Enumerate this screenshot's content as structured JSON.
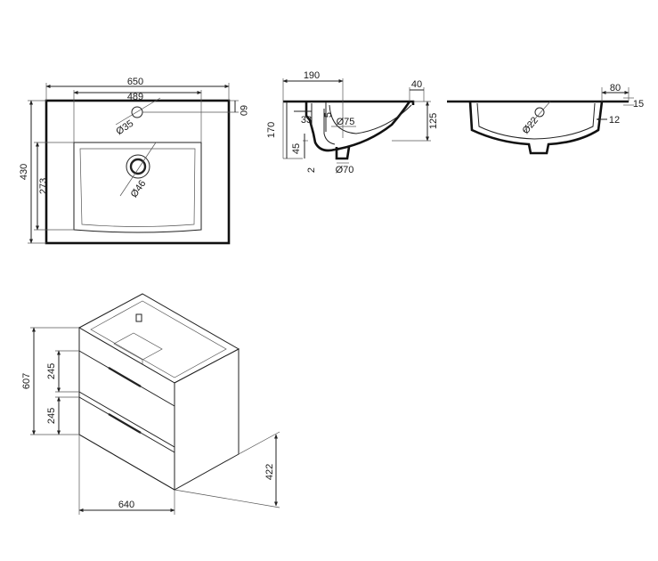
{
  "top_view": {
    "width": "650",
    "bowl_width": "489",
    "faucet_offset": "60",
    "faucet_hole": "Ø35",
    "depth": "430",
    "bowl_depth": "273",
    "drain_hole": "Ø46"
  },
  "side_section": {
    "depth": "190",
    "rim": "40",
    "height": "170",
    "overflow_offset": "33",
    "overflow_drop": "5",
    "drain_diameter": "Ø75",
    "bowl_height": "125",
    "outlet_height": "45",
    "outlet_diameter": "Ø70",
    "note": "2"
  },
  "front_section": {
    "rim": "80",
    "thickness": "15",
    "overflow_hole": "Ø22",
    "wall": "12"
  },
  "cabinet": {
    "height": "607",
    "drawer_top": "245",
    "drawer_bottom": "245",
    "width": "640",
    "depth": "422"
  }
}
